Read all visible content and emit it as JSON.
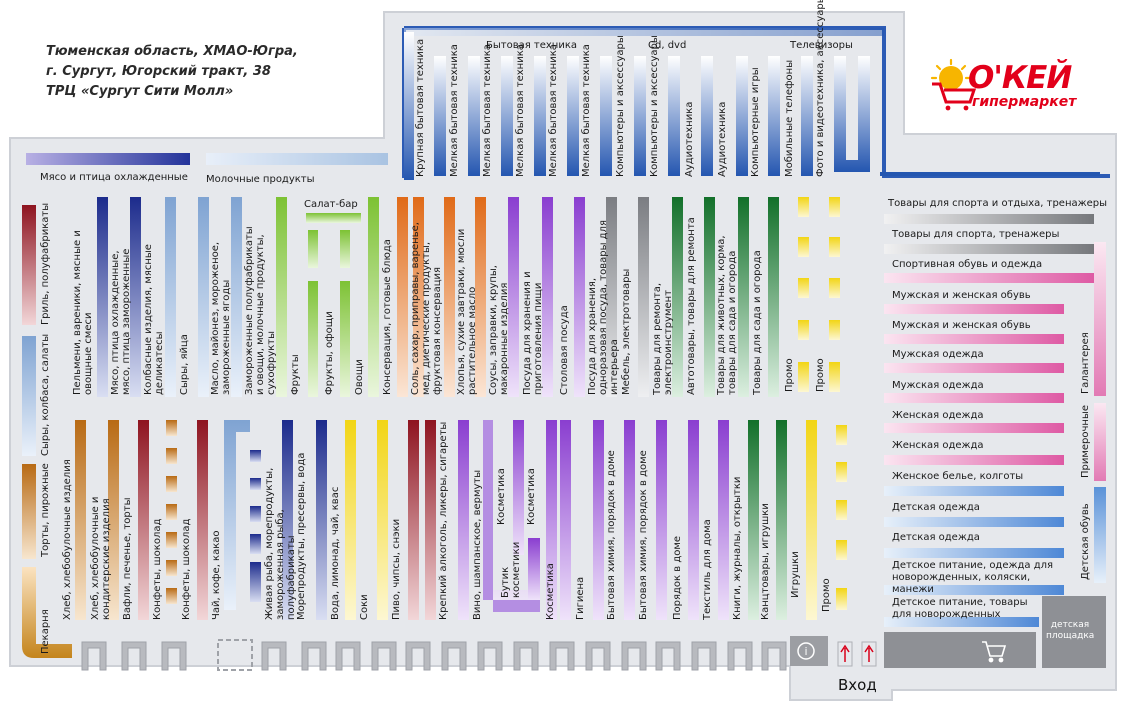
{
  "address": {
    "line1": "Тюменская область,  ХМАО-Югра,",
    "line2": "г. Сургут, Югорский тракт, 38",
    "line3": "ТРЦ «Сургут Сити Молл»"
  },
  "logo": {
    "name": "О'КЕЙ",
    "subtitle": "гипермаркет"
  },
  "colors": {
    "floor": "#e4e6ea",
    "wall": "#d5d8dd",
    "outline": "#1f56b4",
    "red": "#a8202a",
    "blue_light": "#a9c3e2",
    "blue_dark": "#23339a",
    "purple": "#9a4fd6",
    "green_light": "#96cf4a",
    "green_dark": "#1e7e2e",
    "orange": "#e77d2c",
    "yellow": "#f5e03a",
    "brown": "#c47820",
    "pink": "#e97bb8",
    "gray": "#8a8c90",
    "accent_red": "#e2001a"
  },
  "top_labels": {
    "appliances": "Бытовая техника",
    "cd_dvd": "Cd, dvd",
    "tv": "Телевизоры"
  },
  "top_departments": [
    "Крупная бытовая техника",
    "Мелкая бытовая техника",
    "Мелкая бытовая техника",
    "Мелкая бытовая техника",
    "Мелкая бытовая техника",
    "Мелкая бытовая техника",
    "Компьютеры и аксессуары",
    "Компьютеры и аксессуары",
    "Аудиотехника",
    "Аудиотехника",
    "Компьютерные игры",
    "Мобильные телефоны",
    "Фото и видеотехника, аксессуары"
  ],
  "wall_labels": {
    "meat": "Мясо и птица охлажденные",
    "dairy": "Молочные продукты",
    "salad": "Салат-бар",
    "grill": "Гриль, полуфабрикаты",
    "cheese": "Сыры, колбаса, салаты",
    "cakes": "Торты, пирожные",
    "bakery": "Пекарня",
    "haberdashery": "Галантерея",
    "fitting": "Примерочные",
    "kids_shoes": "Детская обувь",
    "playground": "детская площадка",
    "entrance": "Вход"
  },
  "upper_aisles": [
    "Пельмени, вареники, мясные и овощные смеси",
    "Мясо, птица охлажденные, мясо, птица замороженные",
    "Колбасные изделия, мясные деликатесы",
    "Сыры, яйца",
    "Масло, майонез, мороженое, замороженные ягоды",
    "Замороженные полуфабрикаты и овощи, молочные продукты, сухофрукты",
    "Фрукты",
    "Фрукты, офощи",
    "Овощи",
    "Консервация, готовые блюда",
    "Соль, сахар, приправы, варенье, мед, диетические продукты, фруктовая консервация",
    "Хлопья, сухие завтраки, мюсли растительное масло",
    "Соусы, заправки, крупы, макаронные изделия",
    "Посуда для хранения и приготовления пищи",
    "Столовая посуда",
    "Посуда для хранения, одноразовая посуда, товары для интерьера",
    "Мебель, электротовары",
    "Товары для ремонта, электроинструмент",
    "Автотовары, товары для ремонта",
    "Товары для животных, корма, товары для сада и огорода",
    "Товары для сада и огорода",
    "Промо",
    "Промо"
  ],
  "lower_aisles": [
    "Хлеб, хлебобулочные изделия",
    "Хлеб, хлебобулочные и кондитерские изделия",
    "Вафли, печенье, торты",
    "Конфеты, шоколад",
    "Конфеты, шоколад",
    "Чай, кофе, какао",
    "Живая рыба, морепродукты, замороженная рыба, полуфабрикаты",
    "Морепродукты, пресервы, вода",
    "Вода, лимонад, чай, квас",
    "Соки",
    "Пиво, чипсы, снэки",
    "Крепкий алкоголь, ликеры, сигареты",
    "Вино, шампанское, вермуты",
    "Косметика",
    "Косметика",
    "Бутик косметики",
    "Косметика",
    "Гигиена",
    "Бытовая химия, порядок в доме",
    "Бытовая химия, порядок в доме",
    "Порядок в доме",
    "Текстиль для дома",
    "Книги, журналы, открытки",
    "Канцтовары, игрушки",
    "Игрушки",
    "Промо"
  ],
  "right_sections": [
    "Товары для спорта и отдыха, тренажеры",
    "Товары для спорта, тренажеры",
    "Спортивная обувь и одежда",
    "Мужская и женская обувь",
    "Мужская и женская обувь",
    "Мужская одежда",
    "Мужская одежда",
    "Женская одежда",
    "Женская одежда",
    "Женское белье, колготы",
    "Детская одежда",
    "Детская одежда",
    "Детское питание, одежда для новорожденных, коляски, манежи",
    "Детское питание, товары для  новорожденных"
  ]
}
